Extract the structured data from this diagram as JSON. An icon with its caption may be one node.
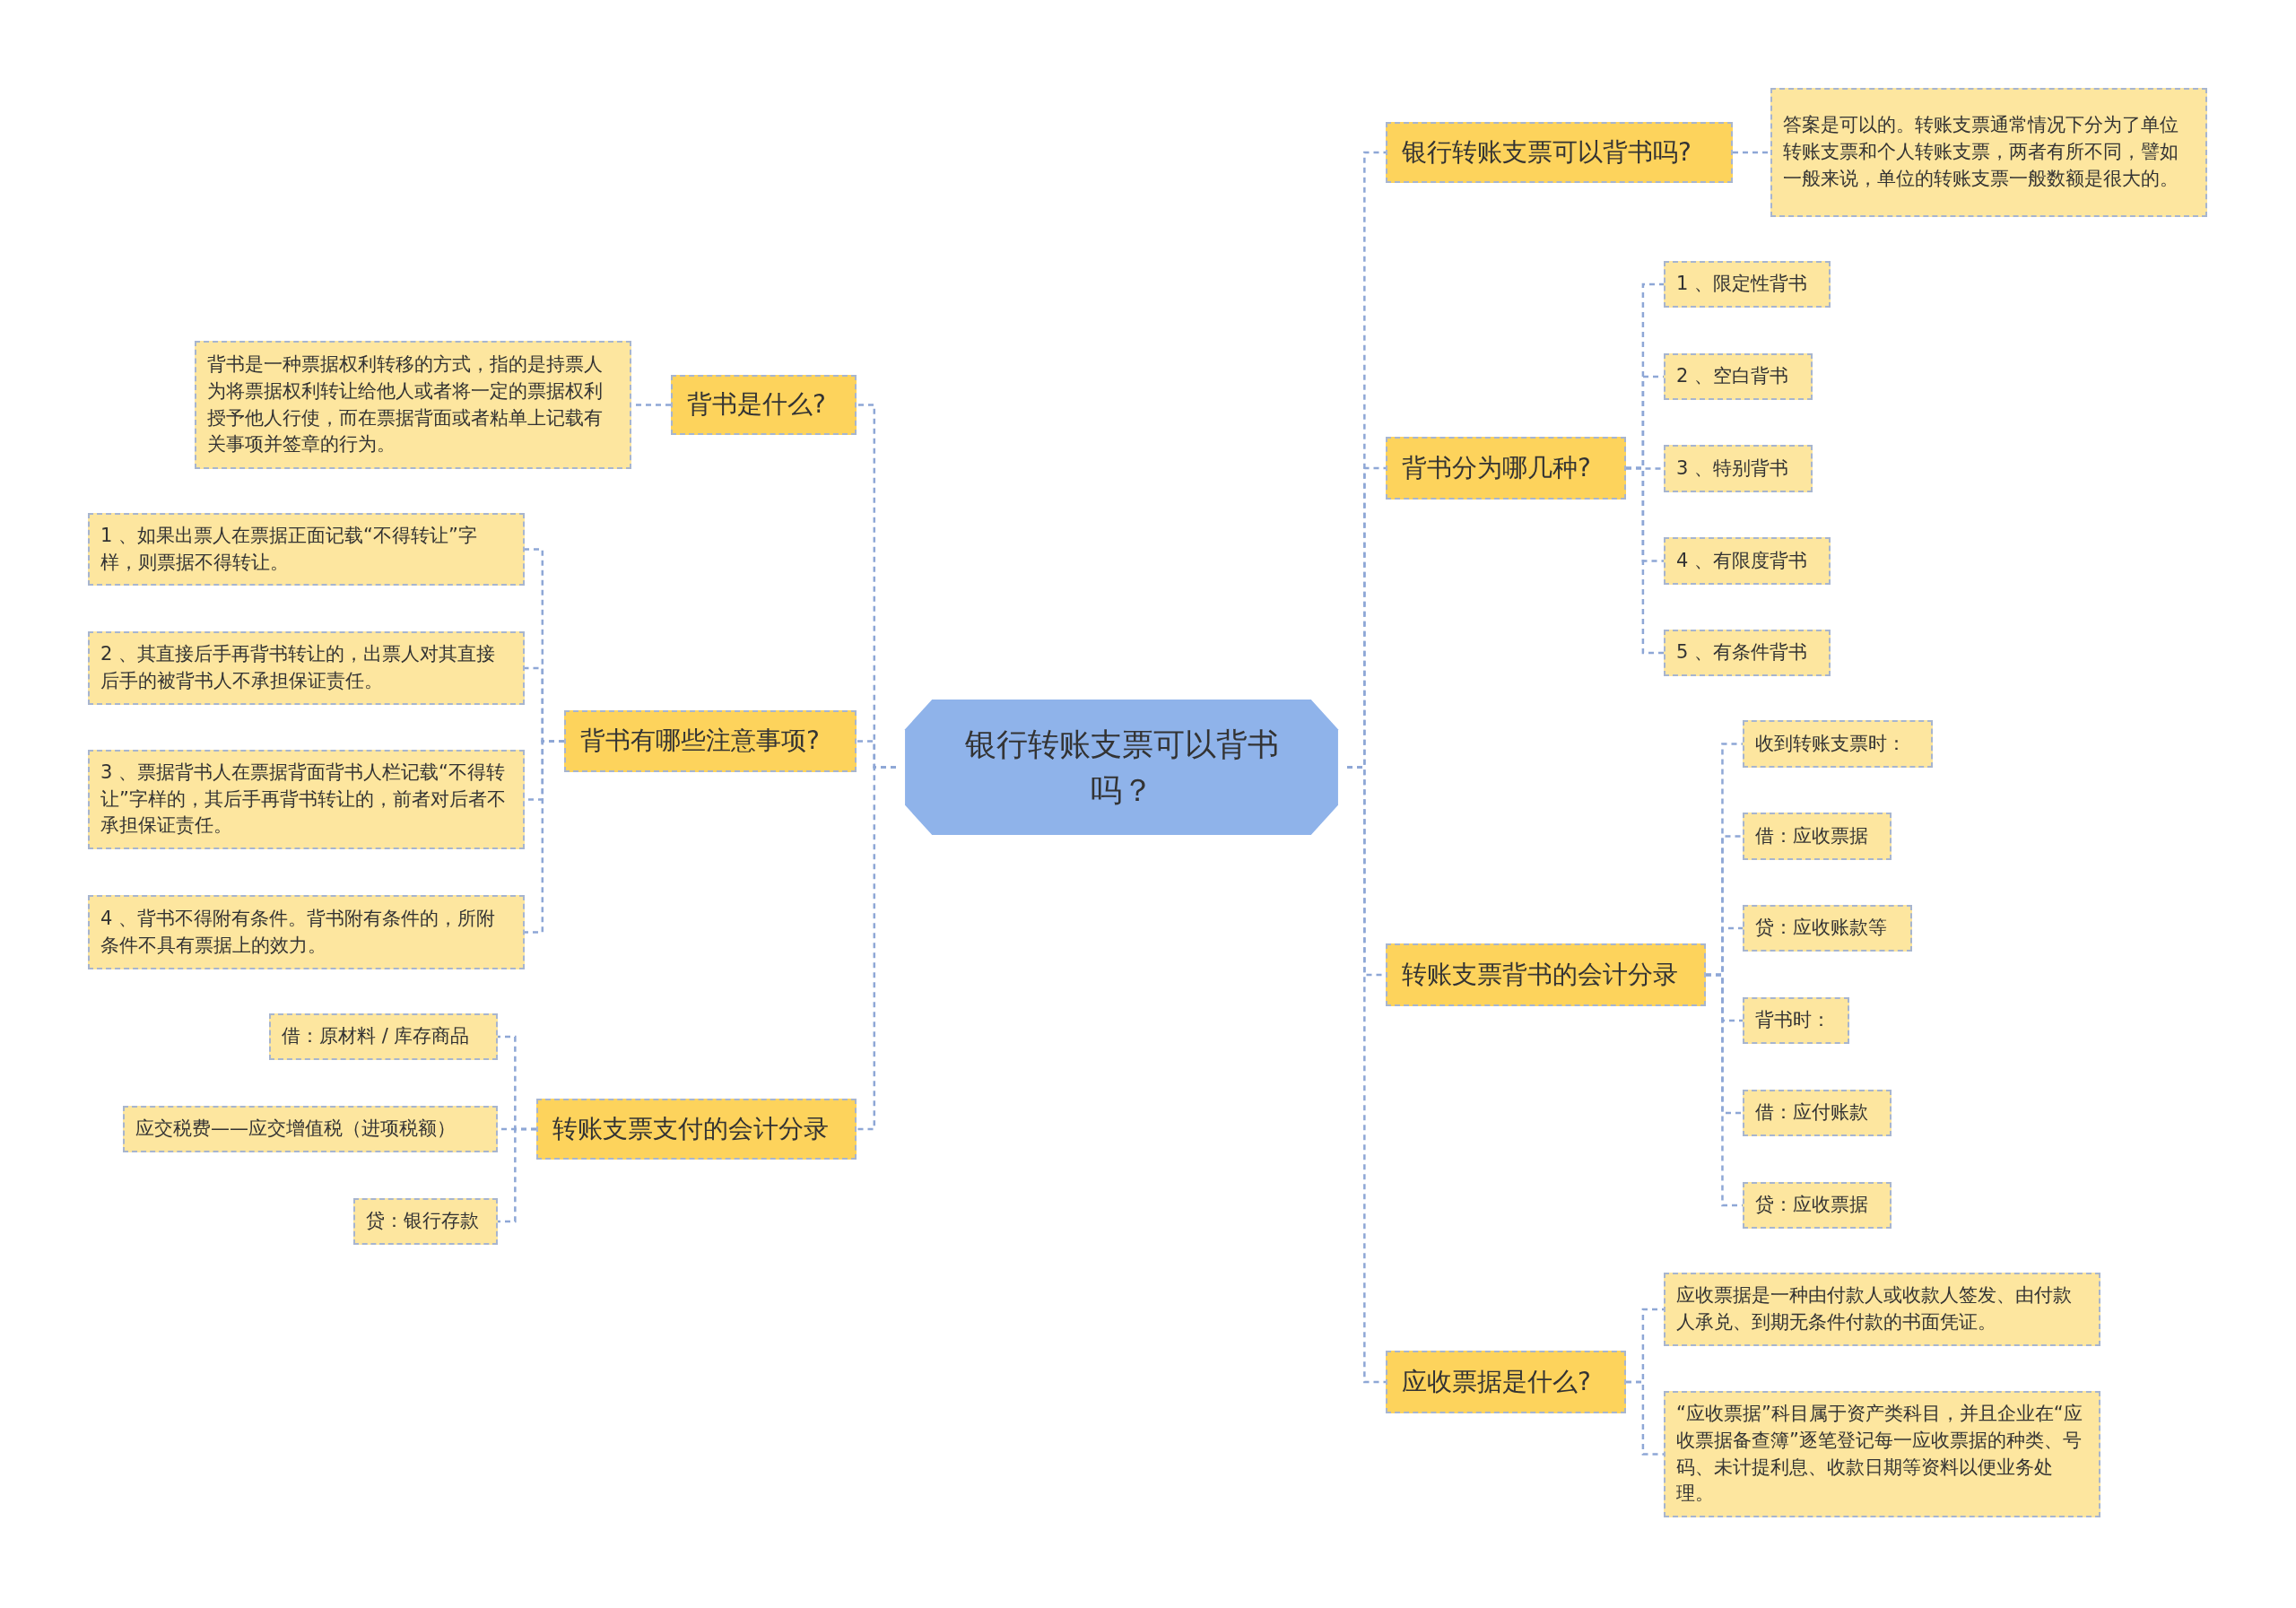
{
  "diagram": {
    "nodes": [
      {
        "text": [
          "银行转账支票可以背书吗？"
        ]
      },
      {
        "text": [
          "背书是什么?"
        ]
      },
      {
        "text": [
          "背书是一种票据权利转移的方式，指的是持票人为将票据权利转让给他人或者将一定的票据权利授予他人行使，而在票据背面或者粘单上记载有关事项并签章的行为。"
        ]
      },
      {
        "text": [
          "背书有哪些注意事项?"
        ]
      },
      {
        "text": [
          "1 、如果出票人在票据正面记载“不得转让”字样，则票据不得转让。"
        ]
      },
      {
        "text": [
          "2 、其直接后手再背书转让的，出票人对其直接后手的被背书人不承担保证责任。"
        ]
      },
      {
        "text": [
          "3 、票据背书人在票据背面背书人栏记载“不得转让”字样的，其后手再背书转让的，前者对后者不承担保证责任。"
        ]
      },
      {
        "text": [
          "4 、背书不得附有条件。背书附有条件的，所附条件不具有票据上的效力。"
        ]
      },
      {
        "text": [
          "转账支票支付的会计分录"
        ]
      },
      {
        "text": [
          "借：原材料 / 库存商品"
        ]
      },
      {
        "text": [
          "应交税费——应交增值税（进项税额）"
        ]
      },
      {
        "text": [
          "贷：银行存款"
        ]
      },
      {
        "text": [
          "银行转账支票可以背书吗?"
        ]
      },
      {
        "text": [
          "答案是可以的。转账支票通常情况下分为了单位转账支票和个人转账支票，两者有所不同，譬如一般来说，单位的转账支票一般数额是很大的。"
        ]
      },
      {
        "text": [
          "背书分为哪几种?"
        ]
      },
      {
        "text": [
          "1 、限定性背书"
        ]
      },
      {
        "text": [
          "2 、空白背书"
        ]
      },
      {
        "text": [
          "3 、特别背书"
        ]
      },
      {
        "text": [
          "4 、有限度背书"
        ]
      },
      {
        "text": [
          "5 、有条件背书"
        ]
      },
      {
        "text": [
          "转账支票背书的会计分录"
        ]
      },
      {
        "text": [
          "收到转账支票时："
        ]
      },
      {
        "text": [
          "借：应收票据"
        ]
      },
      {
        "text": [
          "贷：应收账款等"
        ]
      },
      {
        "text": [
          "背书时："
        ]
      },
      {
        "text": [
          "借：应付账款"
        ]
      },
      {
        "text": [
          "贷：应收票据"
        ]
      },
      {
        "text": [
          "应收票据是什么?"
        ]
      },
      {
        "text": [
          "应收票据是一种由付款人或收款人签发、由付款人承兑、到期无条件付款的书面凭证。"
        ]
      },
      {
        "text": [
          "“应收票据”科目属于资产类科目，并且企业在“应收票据备查簿”逐笔登记每一应收票据的种类、号码、未计提利息、收款日期等资料以便业务处理。"
        ]
      }
    ],
    "edges": [
      {
        "from": 0,
        "to": 1,
        "arrow": "none"
      },
      {
        "from": 1,
        "to": 2,
        "arrow": "none"
      },
      {
        "from": 0,
        "to": 3,
        "arrow": "none"
      },
      {
        "from": 3,
        "to": 4,
        "arrow": "none"
      },
      {
        "from": 3,
        "to": 5,
        "arrow": "none"
      },
      {
        "from": 3,
        "to": 6,
        "arrow": "none"
      },
      {
        "from": 3,
        "to": 7,
        "arrow": "none"
      },
      {
        "from": 0,
        "to": 8,
        "arrow": "none"
      },
      {
        "from": 8,
        "to": 9,
        "arrow": "none"
      },
      {
        "from": 8,
        "to": 10,
        "arrow": "none"
      },
      {
        "from": 8,
        "to": 11,
        "arrow": "none"
      },
      {
        "from": 0,
        "to": 12,
        "arrow": "none"
      },
      {
        "from": 12,
        "to": 13,
        "arrow": "none"
      },
      {
        "from": 0,
        "to": 14,
        "arrow": "none"
      },
      {
        "from": 14,
        "to": 15,
        "arrow": "none"
      },
      {
        "from": 14,
        "to": 16,
        "arrow": "none"
      },
      {
        "from": 14,
        "to": 17,
        "arrow": "none"
      },
      {
        "from": 14,
        "to": 18,
        "arrow": "none"
      },
      {
        "from": 14,
        "to": 19,
        "arrow": "none"
      },
      {
        "from": 0,
        "to": 20,
        "arrow": "none"
      },
      {
        "from": 20,
        "to": 21,
        "arrow": "none"
      },
      {
        "from": 20,
        "to": 22,
        "arrow": "none"
      },
      {
        "from": 20,
        "to": 23,
        "arrow": "none"
      },
      {
        "from": 20,
        "to": 24,
        "arrow": "none"
      },
      {
        "from": 20,
        "to": 25,
        "arrow": "none"
      },
      {
        "from": 20,
        "to": 26,
        "arrow": "none"
      },
      {
        "from": 0,
        "to": 27,
        "arrow": "none"
      },
      {
        "from": 27,
        "to": 28,
        "arrow": "none"
      },
      {
        "from": 27,
        "to": 29,
        "arrow": "none"
      }
    ]
  }
}
